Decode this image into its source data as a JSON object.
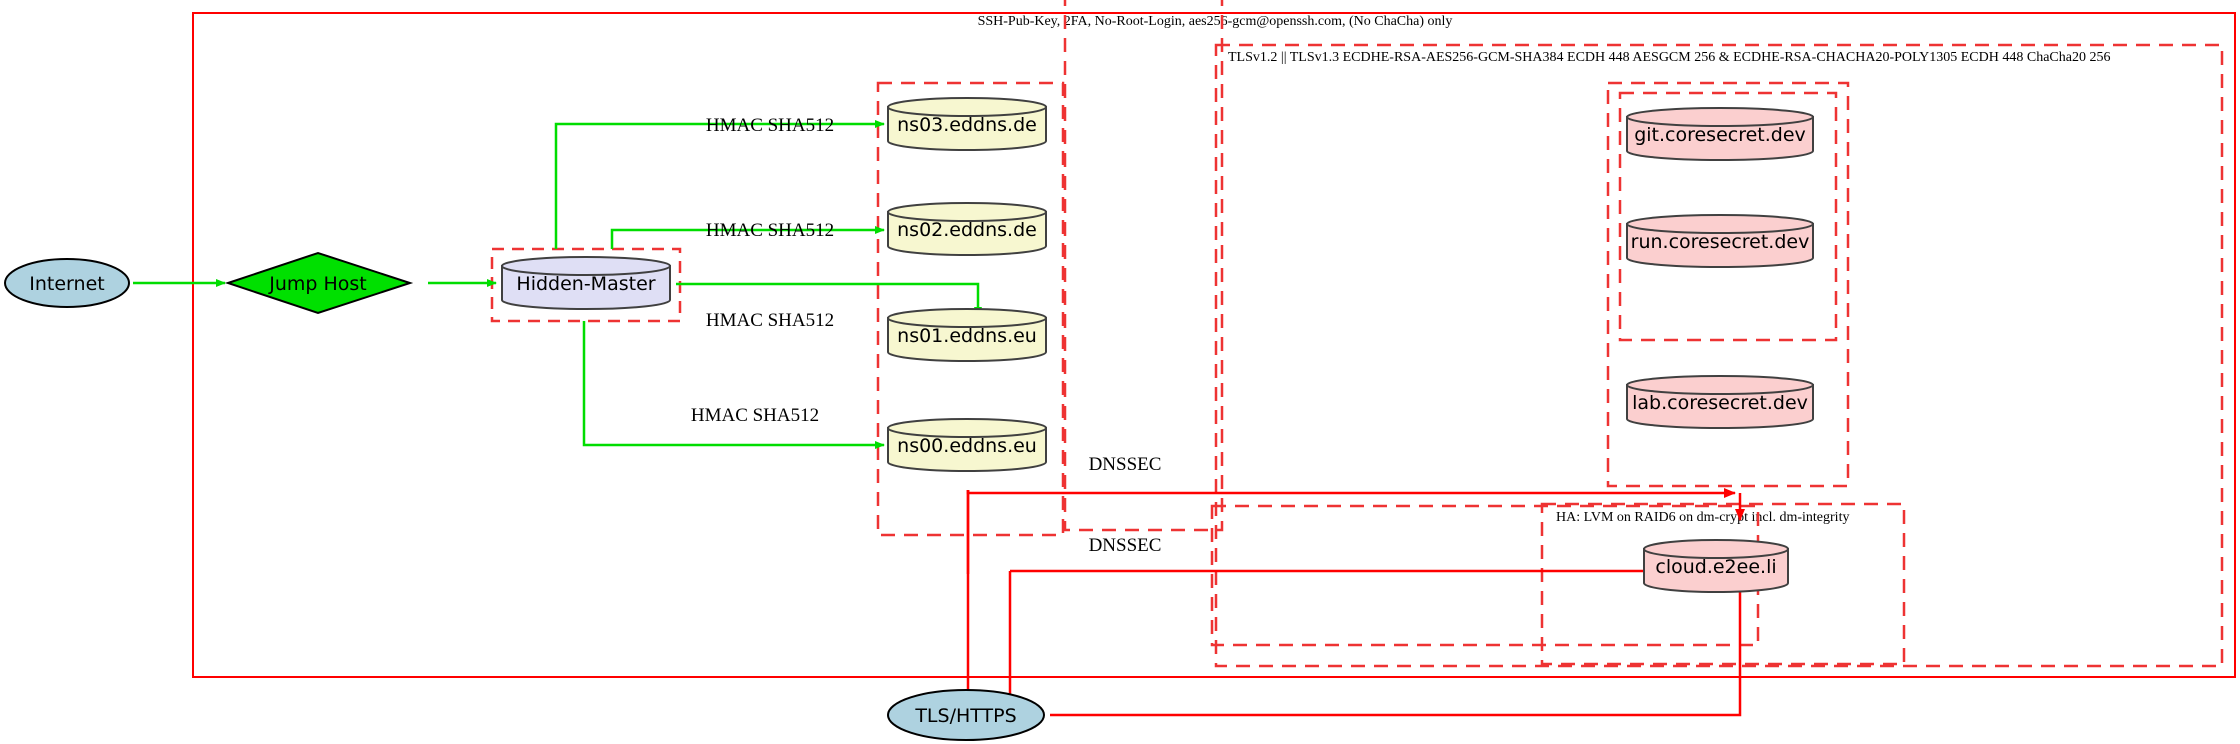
{
  "diagram": {
    "title_label": "SSH-Pub-Key, 2FA, No-Root-Login, aes256-gcm@openssh.com, (No ChaCha) only",
    "clusters": {
      "tls_label": "TLSv1.2 || TLSv1.3 ECDHE-RSA-AES256-GCM-SHA384 ECDH 448 AESGCM 256 & ECDHE-RSA-CHACHA20-POLY1305 ECDH 448 ChaCha20 256",
      "ha_label": "HA: LVM on RAID6 on dm-crypt incl. dm-integrity"
    },
    "nodes": {
      "internet": "Internet",
      "jump_host": "Jump Host",
      "hidden_master": "Hidden-Master",
      "ns03": "ns03.eddns.de",
      "ns02": "ns02.eddns.de",
      "ns01": "ns01.eddns.eu",
      "ns00": "ns00.eddns.eu",
      "git": "git.coresecret.dev",
      "run": "run.coresecret.dev",
      "lab": "lab.coresecret.dev",
      "cloud": "cloud.e2ee.li",
      "tls_https": "TLS/HTTPS"
    },
    "edge_labels": {
      "hmac_ns03": "HMAC SHA512",
      "hmac_ns02": "HMAC SHA512",
      "hmac_ns01": "HMAC SHA512",
      "hmac_ns00": "HMAC SHA512",
      "dnssec_upper": "DNSSEC",
      "dnssec_lower": "DNSSEC"
    },
    "colors": {
      "boundary_red": "#ff0000",
      "dashed_red": "#ee3333",
      "edge_green": "#00dd00",
      "ellipse_blue": "#aed2e0",
      "diamond_green": "#00e000",
      "cylinder_lavender": "#dfdff5",
      "cylinder_yellow": "#f7f7d0",
      "cylinder_pink": "#fbcfcf",
      "outline_black": "#000000"
    }
  }
}
